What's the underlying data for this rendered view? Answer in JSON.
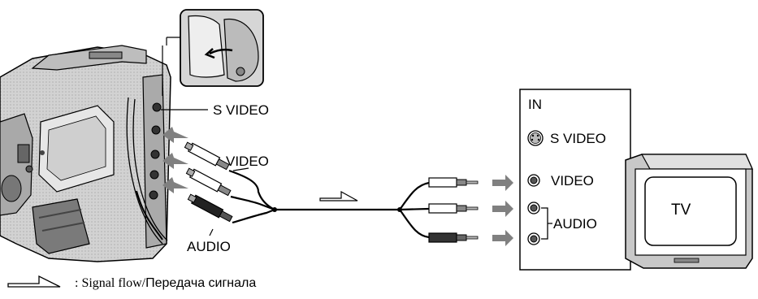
{
  "camcorder": {
    "port_s_video": "S VIDEO",
    "plug_video": "VIDEO",
    "plug_audio": "AUDIO"
  },
  "tv_panel": {
    "header": "IN",
    "input_s_video": "S VIDEO",
    "input_video": "VIDEO",
    "input_audio": "AUDIO"
  },
  "tv": {
    "screen_label": "TV"
  },
  "legend": {
    "separator": " : ",
    "signal_flow_en": "Signal flow",
    "slash": "/",
    "signal_flow_ru": "Передача сигнала"
  },
  "colors": {
    "line": "#000000",
    "arrow_gray": "#808080",
    "device_gray": "#c8c8c8",
    "device_dark": "#8a8a8a"
  }
}
